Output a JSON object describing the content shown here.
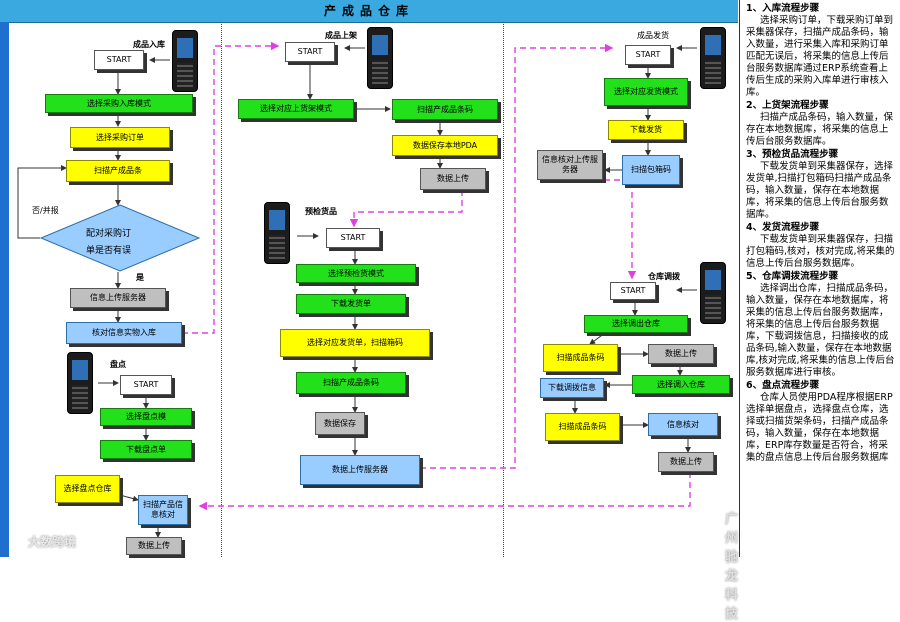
{
  "header": {
    "title": "产成品仓库"
  },
  "column1": {
    "title": "成品入库",
    "start": "START",
    "steps": [
      "选择采购入库模式",
      "选择采购订单",
      "扫描产成品条"
    ],
    "decision": [
      "配对采购订",
      "单是否有误"
    ],
    "no_label": "否/并报",
    "yes_label": "是",
    "upload": "信息上传服务器",
    "verify": "核对信息实物入库"
  },
  "column2": {
    "title": "成品上架",
    "start": "START",
    "steps": [
      "选择对应上货架模式",
      "扫描产成品条码",
      "数据保存本地PDA",
      "数据上传"
    ]
  },
  "column2b": {
    "title": "预检货品",
    "start": "START",
    "steps": [
      "选择预检货模式",
      "下载发货单",
      "选择对应发货单，扫描箱码",
      "扫描产成品条码",
      "数据保存",
      "数据上传服务器"
    ]
  },
  "column3": {
    "title": "成品发货",
    "start": "START",
    "steps": [
      "选择对应发货模式",
      "下载发货",
      "扫描包箱码",
      "信息核对上传服务器"
    ]
  },
  "column3b": {
    "title": "仓库调拨",
    "start": "START",
    "steps": [
      "选择调出仓库",
      "扫描成品条码",
      "数据上传",
      "选择调入仓库",
      "下载调拨信息",
      "扫描成品条码",
      "信息核对",
      "数据上传"
    ]
  },
  "stocktake": {
    "title": "盘点",
    "start": "START",
    "steps": [
      "选择盘点模",
      "下载盘点单",
      "选择盘点仓库",
      "扫描产品信息核对",
      "数据上传"
    ]
  },
  "sidebar": {
    "sections": [
      {
        "title": "1、入库流程步骤",
        "body": "选择采购订单，下载采购订单到采集器保存，扫描产成品条码，输入数量，进行采集入库和采购订单匹配无误后，将采集的信息上传后台服务数据库通过ERP系统查看上传后生成的采购入库单进行审核入库。"
      },
      {
        "title": "2、上货架流程步骤",
        "body": "扫描产成品条码，输入数量，保存在本地数据库，将采集的信息上传后台服务数据库。"
      },
      {
        "title": "3、预检货品流程步骤",
        "body": "下载发货单到采集器保存，选择发货单,扫描打包箱码扫描产成品条码，输入数量，保存在本地数据库，将采集的信息上传后台服务数据库。"
      },
      {
        "title": "4、发货流程步骤",
        "body": "下载发货单到采集器保存，扫描打包箱码,核对，核对完成,将采集的信息上传后台服务数据库。"
      },
      {
        "title": "5、仓库调拨流程步骤",
        "body": "选择调出仓库，扫描成品条码，输入数量，保存在本地数据库，将采集的信息上传后台服务数据库，将采集的信息上传后台服务数据库，下载调拨信息，扫描接收的成品条码,输入数量，保存在本地数据库,核对完成,将采集的信息上传后台服务数据库进行审核。"
      },
      {
        "title": "6、盘点流程步骤",
        "body": "仓库人员使用PDA程序根据ERP选择单据盘点，选择盘点仓库，选择或扫描货架条码，扫描产成品条码，输入数量，保存在本地数据库，ERP库存数量是否符合，将采集的盘点信息上传后台服务数据库"
      }
    ]
  },
  "watermarks": [
    "大数跨境",
    "广州驰龙科技"
  ],
  "colors": {
    "header": "#39a9e0",
    "green": "#22e01a",
    "yellow": "#ffff00",
    "gray": "#bfbfbf",
    "blue": "#99ccff",
    "connector": "#e040e0"
  }
}
